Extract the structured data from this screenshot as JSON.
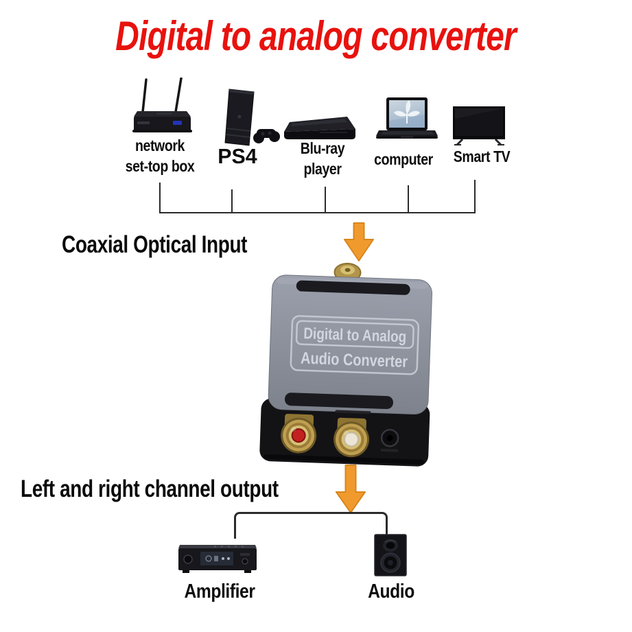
{
  "title": "Digital to analog converter",
  "sources": [
    {
      "name": "network set-top box",
      "label_lines": [
        "network",
        "set-top box"
      ]
    },
    {
      "name": "PS4",
      "label_lines": [
        "PS4"
      ]
    },
    {
      "name": "Blu-ray player",
      "label_lines": [
        "Blu-ray",
        "player"
      ]
    },
    {
      "name": "computer",
      "label_lines": [
        "computer"
      ]
    },
    {
      "name": "Smart TV",
      "label_lines": [
        "Smart TV"
      ]
    }
  ],
  "input_label": "Coaxial Optical Input",
  "converter_plate": {
    "line1": "Digital to Analog",
    "line2": "Audio Converter"
  },
  "output_label": "Left and right channel output",
  "outputs": [
    {
      "label": "Amplifier"
    },
    {
      "label": "Audio"
    }
  ],
  "colors": {
    "title_red": "#e8120e",
    "arrow_orange": "#f09a2e",
    "connector_line": "#2b2b2b",
    "converter_body_gray": "#8b919d",
    "rca_red": "#c32020",
    "rca_white": "#ece5d6",
    "gold": "#bfa050"
  }
}
